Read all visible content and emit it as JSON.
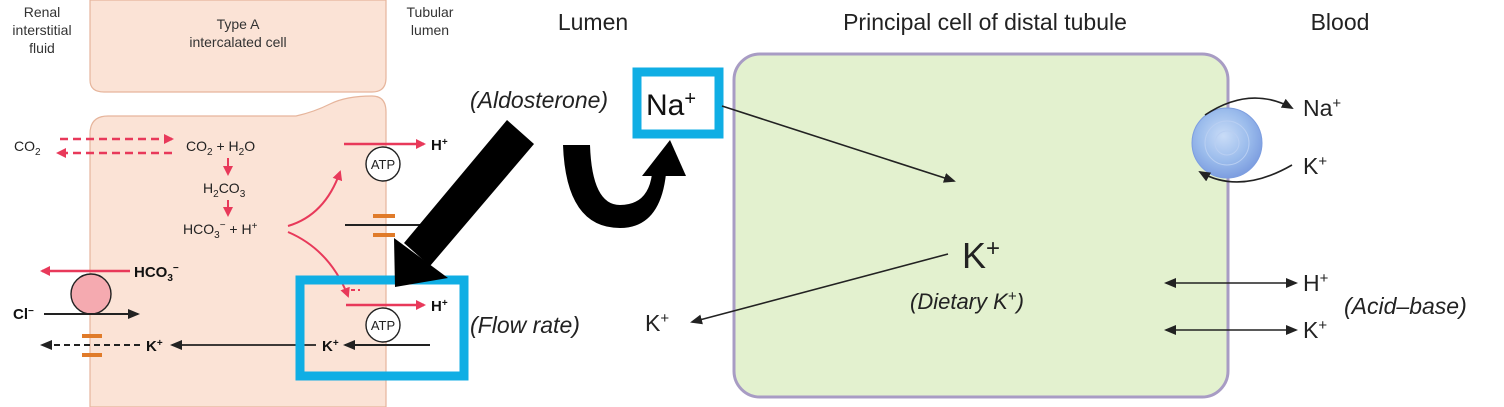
{
  "colors": {
    "cell_fill": "#fbe3d6",
    "cell_stroke": "#e6b59c",
    "pump_red": "#e8395a",
    "channel_orange": "#e07b2a",
    "exchanger_pink": "#f5aab0",
    "principal_fill": "#e3f1cf",
    "principal_stroke": "#a89cc4",
    "highlight_blue": "#10aee4",
    "sphere_blue": "#8fb4ec"
  },
  "left_panel": {
    "renal_interstitial": [
      "Renal",
      "interstitial",
      "fluid"
    ],
    "type_a_cell": [
      "Type A",
      "intercalated cell"
    ],
    "tubular_lumen": [
      "Tubular",
      "lumen"
    ],
    "co2_left": "CO",
    "co2_sub": "2",
    "co2_h2o_a": "CO",
    "co2_h2o_sub": "2",
    "co2_h2o_b": " + H",
    "co2_h2o_sub2": "2",
    "co2_h2o_c": "O",
    "h2co3_a": "H",
    "h2co3_sub1": "2",
    "h2co3_b": "CO",
    "h2co3_sub2": "3",
    "hco3_h_a": "HCO",
    "hco3_h_sub": "3",
    "hco3_h_sup": "−",
    "hco3_h_b": " + H",
    "hco3_h_sup2": "+",
    "hco3_out_a": "HCO",
    "hco3_out_sub": "3",
    "hco3_out_sup": "−",
    "cl": "Cl",
    "cl_sup": "−",
    "k_left": "K",
    "k_left_sup": "+",
    "k_in": "K",
    "k_in_sup": "+",
    "h_top": "H",
    "h_top_sup": "+",
    "h_bottom": "H",
    "h_bottom_sup": "+",
    "atp_top": "ATP",
    "atp_bottom": "ATP"
  },
  "right_panel": {
    "lumen": "Lumen",
    "principal_title": "Principal cell of distal tubule",
    "blood": "Blood",
    "aldosterone": "(Aldosterone)",
    "na_lumen": "Na",
    "na_lumen_sup": "+",
    "flow_rate": "(Flow rate)",
    "k_lumen": "K",
    "k_lumen_sup": "+",
    "k_center": "K",
    "k_center_sup": "+",
    "dietary": "(Dietary K",
    "dietary_sup": "+",
    "dietary_end": ")",
    "na_blood": "Na",
    "na_blood_sup": "+",
    "k_blood": "K",
    "k_blood_sup": "+",
    "h_blood": "H",
    "h_blood_sup": "+",
    "k_blood2": "K",
    "k_blood2_sup": "+",
    "acid_base": "(Acid–base)"
  }
}
